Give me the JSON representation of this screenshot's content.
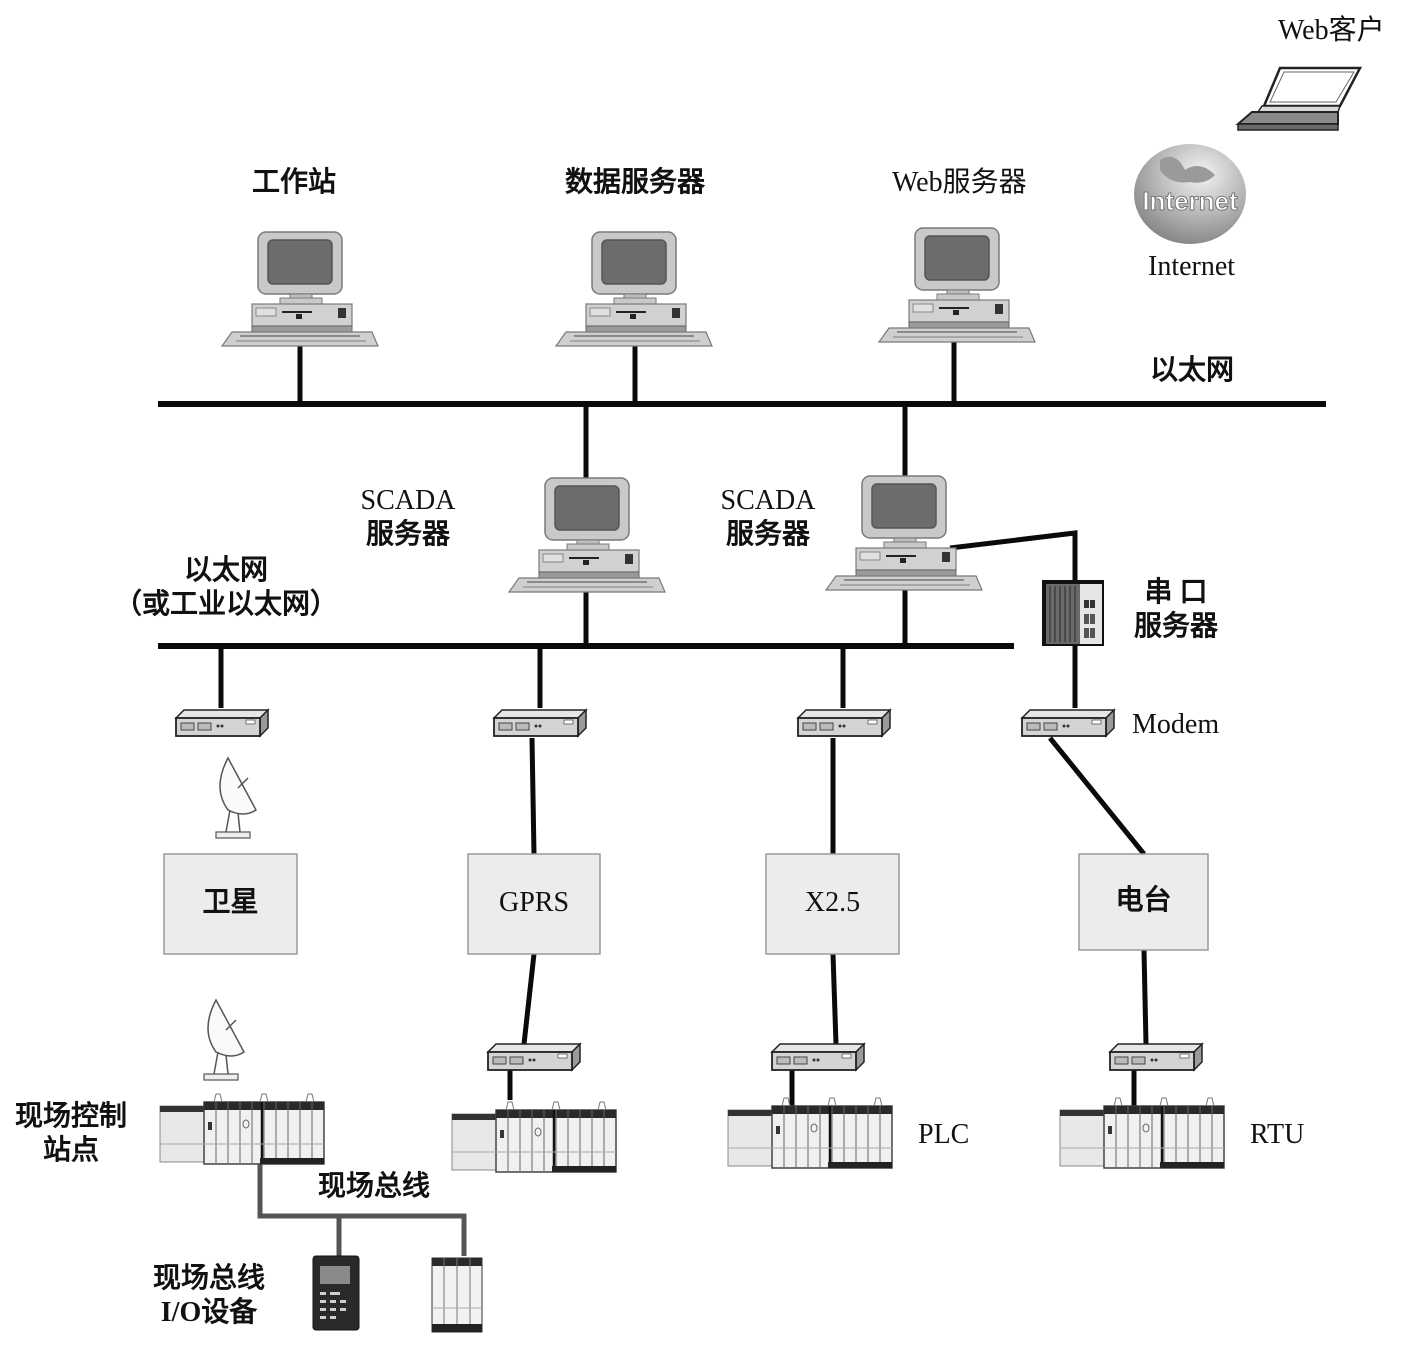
{
  "title": "SCADA system network architecture",
  "top_tier": {
    "workstation": "工作站",
    "data_server": "数据服务器",
    "web_server": "Web服务器",
    "web_client": "Web客户",
    "internet": "Internet",
    "internet_globe_text": "Internet",
    "ethernet": "以太网"
  },
  "middle_tier": {
    "scada_server_1": [
      "SCADA",
      "服务器"
    ],
    "scada_server_2": [
      "SCADA",
      "服务器"
    ],
    "industrial_ethernet": [
      "以太网",
      "（或工业以太网）"
    ],
    "serial_server": [
      "串 口",
      "服务器"
    ],
    "modem": "Modem"
  },
  "channels": [
    {
      "id": "satellite",
      "label": "卫星"
    },
    {
      "id": "gprs",
      "label": "GPRS"
    },
    {
      "id": "x25",
      "label": "X2.5"
    },
    {
      "id": "radio",
      "label": "电台"
    }
  ],
  "field_tier": {
    "field_control_station": [
      "现场控制",
      "站点"
    ],
    "fieldbus": "现场总线",
    "fieldbus_io": [
      "现场总线",
      "I/O设备"
    ],
    "plc": "PLC",
    "rtu": "RTU"
  },
  "colors": {
    "line": "#0a0a0a",
    "box_fill": "#ececec",
    "box_border": "#9a9a9a",
    "device_light": "#c8c8c8",
    "device_dark": "#6e6e6e",
    "fieldbus_line": "#555555"
  }
}
